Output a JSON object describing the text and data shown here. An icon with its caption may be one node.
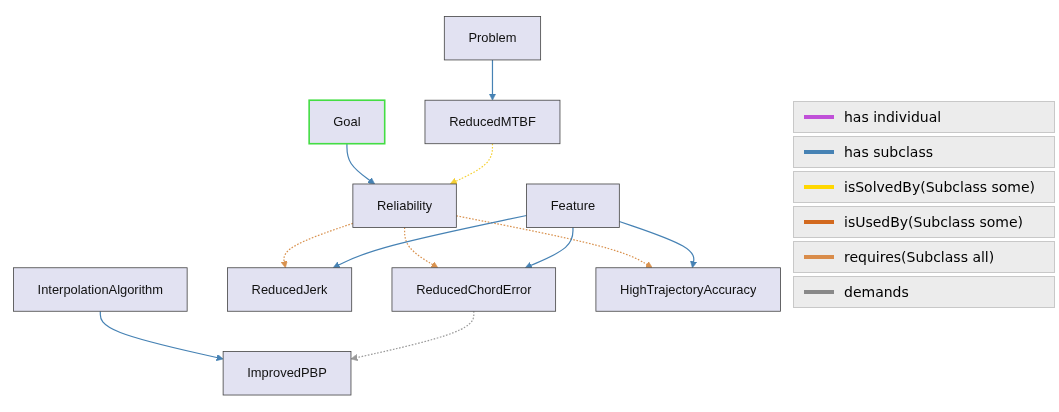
{
  "diagram": {
    "nodes": [
      {
        "text": [
          "Problem"
        ]
      },
      {
        "text": [
          "Goal"
        ]
      },
      {
        "text": [
          "InterpolationAlgorithm"
        ]
      },
      {
        "text": [
          "ReducedMTBF"
        ]
      },
      {
        "text": [
          "Reliability"
        ]
      },
      {
        "text": [
          "ImprovedPBP"
        ]
      },
      {
        "text": [
          "ReducedJerk"
        ]
      },
      {
        "text": [
          "Feature"
        ]
      },
      {
        "text": [
          "ReducedChordError"
        ]
      },
      {
        "text": [
          "HighTrajectoryAccuracy"
        ]
      }
    ],
    "edges": [
      {
        "from": 0,
        "to": 3,
        "arrow": "to"
      },
      {
        "from": 1,
        "to": 4,
        "arrow": "to"
      },
      {
        "from": 2,
        "to": 5,
        "arrow": "to"
      },
      {
        "from": 3,
        "to": 4,
        "arrow": "to",
        "style": "dashed",
        "color": "#f5d033"
      },
      {
        "from": 4,
        "to": 6,
        "arrow": "to",
        "style": "dashed",
        "color": "#d9924f"
      },
      {
        "from": 4,
        "to": 9,
        "arrow": "to",
        "style": "dashed",
        "color": "#d9924f"
      },
      {
        "from": 4,
        "to": 8,
        "arrow": "to",
        "style": "dashed",
        "color": "#d9924f"
      },
      {
        "from": 8,
        "to": 5,
        "arrow": "to",
        "style": "dashed",
        "color": "#999999"
      },
      {
        "from": 7,
        "to": 6,
        "arrow": "to"
      },
      {
        "from": 7,
        "to": 8,
        "arrow": "to"
      },
      {
        "from": 7,
        "to": 9,
        "arrow": "to"
      }
    ],
    "legend": [
      {
        "text": "has individual",
        "color": "#c050d8"
      },
      {
        "text": "has subclass",
        "color": "#4682b4"
      },
      {
        "text": "isSolvedBy(Subclass some)",
        "color": "#ffd700"
      },
      {
        "text": "isUsedBy(Subclass some)",
        "color": "#d2691e"
      },
      {
        "text": "requires(Subclass all)",
        "color": "#d98c4a"
      },
      {
        "text": "demands",
        "color": "#888888"
      }
    ]
  }
}
